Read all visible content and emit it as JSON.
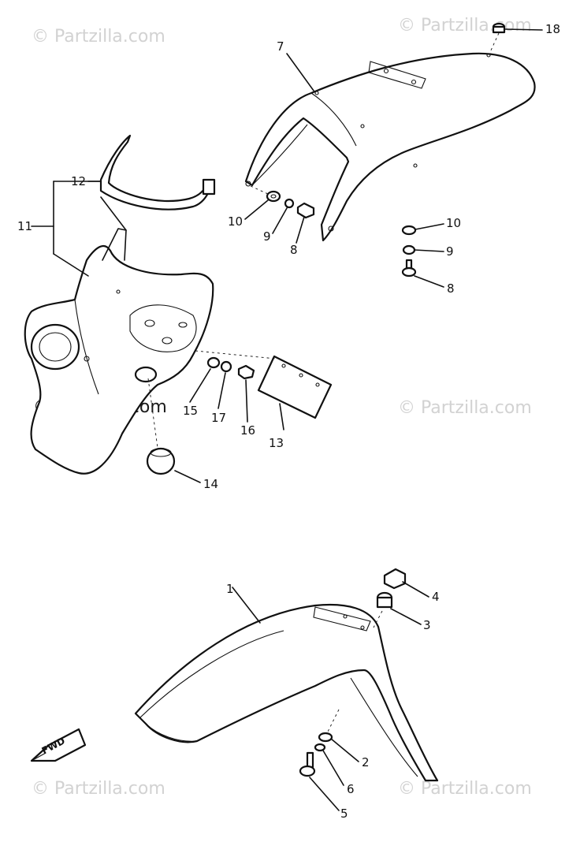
{
  "watermarks": {
    "top_left": "© Partzilla.com",
    "top_right": "© Partzilla.com",
    "mid_left": "© Partzilla.com",
    "mid_right": "© Partzilla.com",
    "bottom_left": "© Partzilla.com",
    "bottom_right": "© Partzilla.com"
  },
  "fwd_label": "FWD",
  "callouts": {
    "c1": "1",
    "c2": "2",
    "c3": "3",
    "c4": "4",
    "c5": "5",
    "c6": "6",
    "c7": "7",
    "c8a": "8",
    "c8b": "8",
    "c9a": "9",
    "c9b": "9",
    "c10a": "10",
    "c10b": "10",
    "c11": "11",
    "c12": "12",
    "c13": "13",
    "c14": "14",
    "c15": "15",
    "c16": "16",
    "c17": "17",
    "c18": "18"
  }
}
